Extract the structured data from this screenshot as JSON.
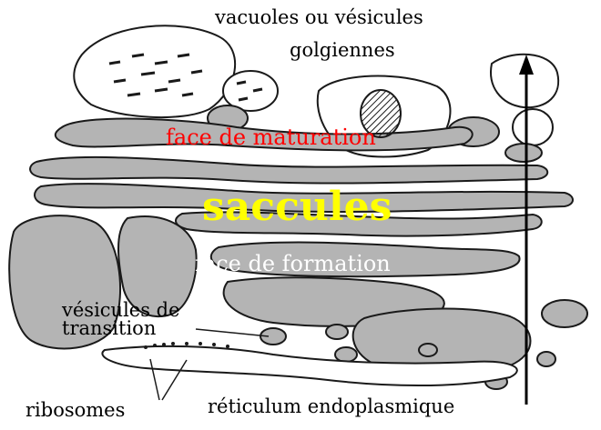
{
  "labels": {
    "vacuoles_line1": "vacuoles ou vésicules",
    "vacuoles_line2": "golgiennes",
    "face_maturation": "face de maturation",
    "saccules": "saccules",
    "face_formation": "face de formation",
    "vesicules_line1": "vésicules de",
    "vesicules_line2": "transition",
    "ribosomes": "ribosomes",
    "reticulum": "réticulum endoplasmique"
  },
  "colors": {
    "organelle_fill": "#b4b4b4",
    "outline": "#1a1a1a",
    "maturation_text": "#ff0000",
    "saccules_text": "#ffff00",
    "formation_text": "#ffffff"
  }
}
